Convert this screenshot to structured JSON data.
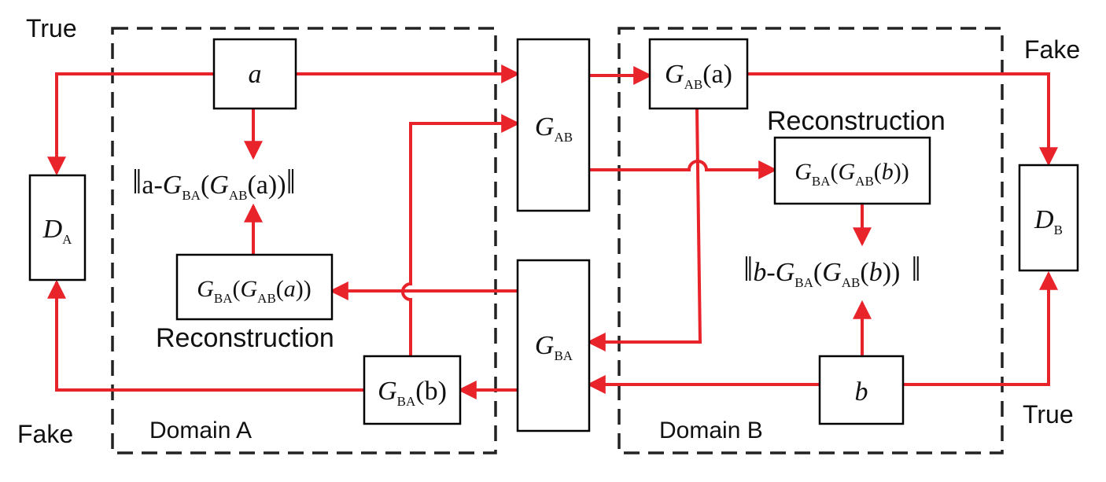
{
  "labels": {
    "true_left": "True",
    "fake_left": "Fake",
    "fake_right": "Fake",
    "true_right": "True",
    "domain_a": "Domain A",
    "domain_b": "Domain B",
    "reconstruction_a": "Reconstruction",
    "reconstruction_b": "Reconstruction"
  },
  "nodes": {
    "a": "a",
    "b": "b",
    "g_letter": "G",
    "d_letter": "D",
    "sub_ab": "AB",
    "sub_ba": "BA",
    "sub_a": "A",
    "sub_b": "B",
    "arg_a_paren": "(a)",
    "arg_b_paren": "(b)",
    "open_paren": "(",
    "close_paren": ")",
    "close_parens2": "))",
    "norm_a_prefix": "a-",
    "norm_b_prefix": "b-",
    "norm_bar": "‖"
  },
  "colors": {
    "arrow": "#e8232a",
    "box_stroke": "#000000",
    "domain_stroke": "#222222"
  }
}
